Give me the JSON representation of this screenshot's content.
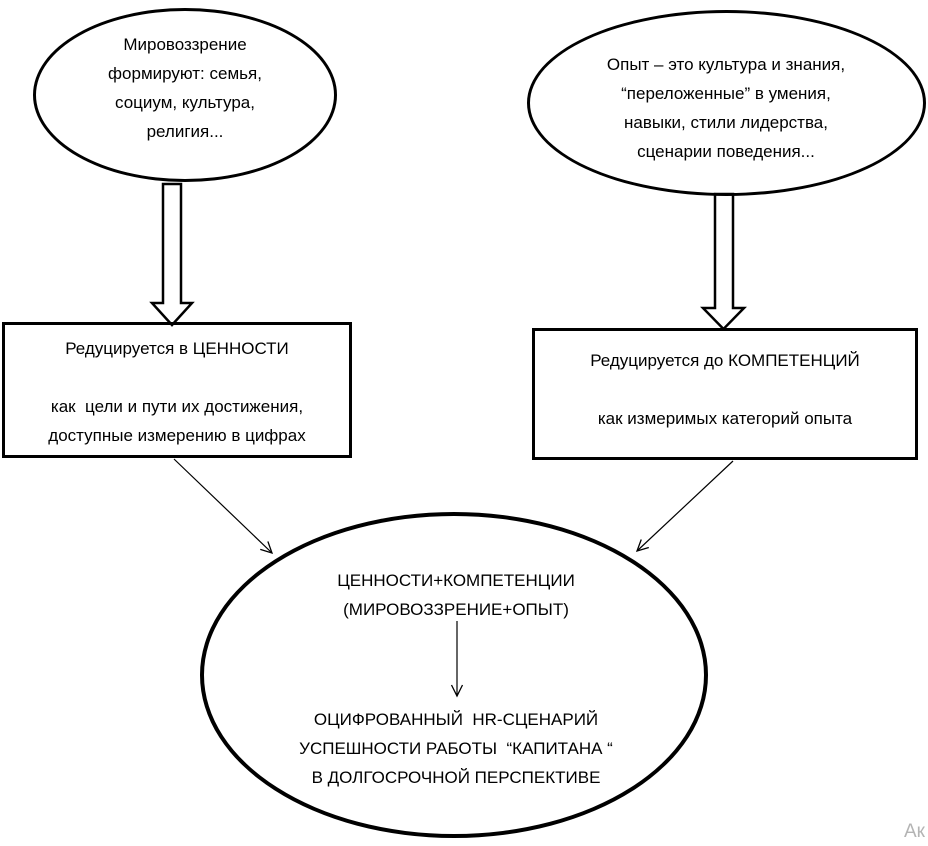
{
  "diagram": {
    "nodes": {
      "worldview_ellipse": {
        "text": "Мировоззрение\nформируют: семья,\nсоциум, культура,\nрелигия..."
      },
      "experience_ellipse": {
        "text": "Опыт – это культура и знания,\n“переложенные” в умения,\nнавыки, стили лидерства,\nсценарии поведения..."
      },
      "values_box": {
        "title": "Редуцируется в ЦЕННОСТИ",
        "body": "как  цели и пути их достижения,\nдоступные измерению в цифрах"
      },
      "competencies_box": {
        "title": "Редуцируется до КОМПЕТЕНЦИЙ",
        "body": "как измеримых категорий опыта"
      },
      "result_ellipse": {
        "top_text": "ЦЕННОСТИ+КОМПЕТЕНЦИИ\n(МИРОВОЗЗРЕНИЕ+ОПЫТ)",
        "bottom_text": "ОЦИФРОВАННЫЙ  HR-СЦЕНАРИЙ\nУСПЕШНОСТИ РАБОТЫ  “КАПИТАНА “\nВ ДОЛГОСРОЧНОЙ ПЕРСПЕКТИВЕ"
      }
    },
    "watermark": "Ак",
    "colors": {
      "stroke": "#000000",
      "background": "#ffffff",
      "watermark": "#b4b4b4"
    }
  }
}
